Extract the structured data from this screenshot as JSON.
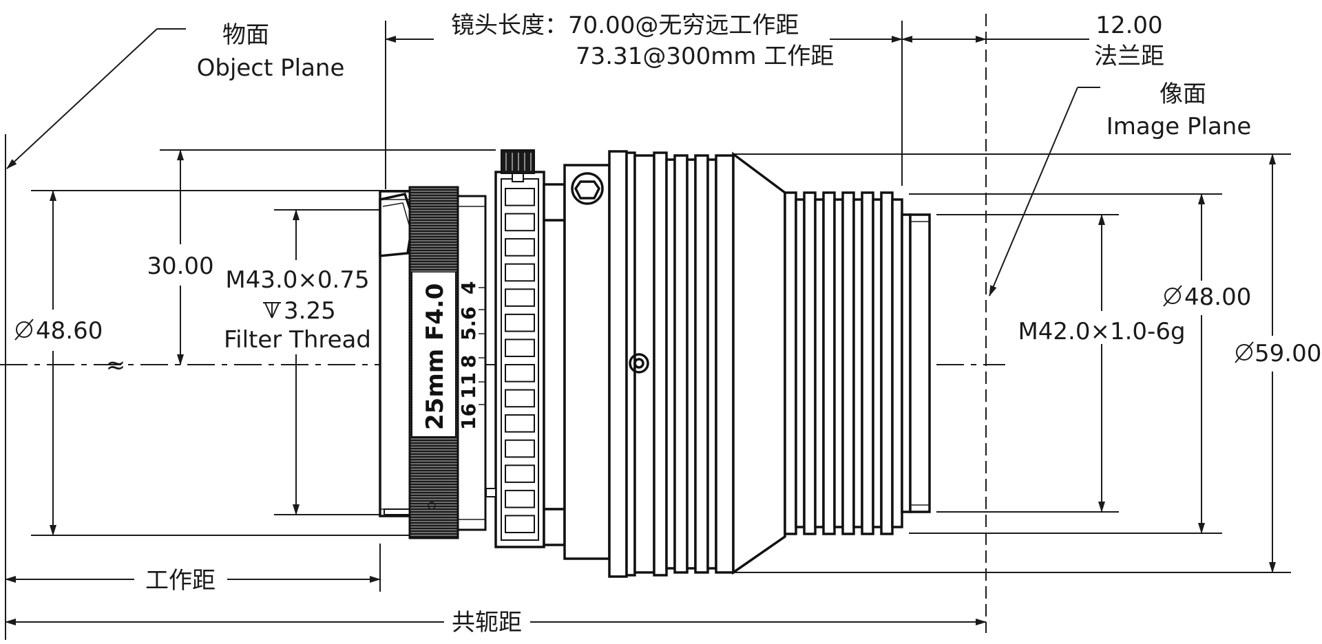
{
  "labels": {
    "object_plane_cn": "物面",
    "object_plane_en": "Object Plane",
    "image_plane_cn": "像面",
    "image_plane_en": "Image Plane",
    "lens_length_line1": "镜头长度：70.00@无穷远工作距",
    "lens_length_line2": "73.31@300mm 工作距",
    "flange_value": "12.00",
    "flange_label": "法兰距",
    "filter_thread_line1": "M43.0×0.75",
    "filter_thread_depth": "3.25",
    "filter_thread_line3": "Filter Thread",
    "dim_30": "30.00",
    "dim_d4860": "48.60",
    "approx": "≈",
    "mount_thread": "M42.0×1.0-6g",
    "dim_d4800": "48.00",
    "dim_d5900": "59.00",
    "working_distance": "工作距",
    "conjugate_distance": "共轭距",
    "lens_marking": "25mm F4.0",
    "aperture_scale": [
      "16",
      "11",
      "8",
      "5.6",
      "4"
    ]
  }
}
